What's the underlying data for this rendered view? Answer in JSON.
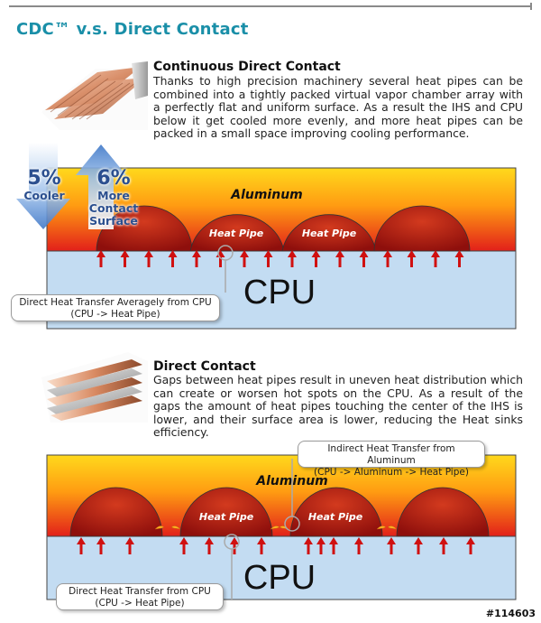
{
  "page": {
    "title": "CDC™ v.s. Direct Contact",
    "watermark": "#114603"
  },
  "colors": {
    "title": "#1a8fa8",
    "cpu": "#c3dcf2",
    "aluminum_top": "#ffd21a",
    "aluminum_bottom": "#e8241a",
    "heat_pipe": "#a8140f",
    "arrow": "#d01010",
    "stat_text": "#2b4f8f"
  },
  "cdc": {
    "heading": "Continuous Direct Contact",
    "body": "Thanks to high precision machinery several heat pipes can be combined into a tightly packed virtual vapor chamber array with a perfectly flat and uniform surface. As a result the IHS and CPU below it get cooled more evenly, and more heat pipes can be packed in a small space improving cooling performance.",
    "stat_cooler": {
      "value": "5%",
      "label": "Cooler"
    },
    "stat_surface": {
      "value": "6%",
      "label1": "More",
      "label2": "Contact Surface"
    },
    "diagram": {
      "aluminum_label": "Aluminum",
      "heat_pipe_labels": [
        "Heat Pipe",
        "Heat Pipe"
      ],
      "cpu_label": "CPU",
      "callout": [
        "Direct Heat Transfer Averagely from CPU",
        "(CPU -> Heat Pipe)"
      ]
    }
  },
  "dc": {
    "heading": "Direct Contact",
    "body": "Gaps between heat pipes result in uneven heat distribution which can create or worsen hot spots on the CPU. As a result of the gaps the amount of heat pipes touching the center of the IHS is lower, and their surface area is lower, reducing the Heat sinks efficiency.",
    "diagram": {
      "aluminum_label": "Aluminum",
      "heat_pipe_labels": [
        "Heat Pipe",
        "Heat Pipe"
      ],
      "cpu_label": "CPU",
      "callout_direct": [
        "Direct Heat Transfer from CPU",
        "(CPU -> Heat Pipe)"
      ],
      "callout_indirect": [
        "Indirect Heat Transfer from Aluminum",
        "(CPU -> Aluminum -> Heat Pipe)"
      ]
    }
  }
}
